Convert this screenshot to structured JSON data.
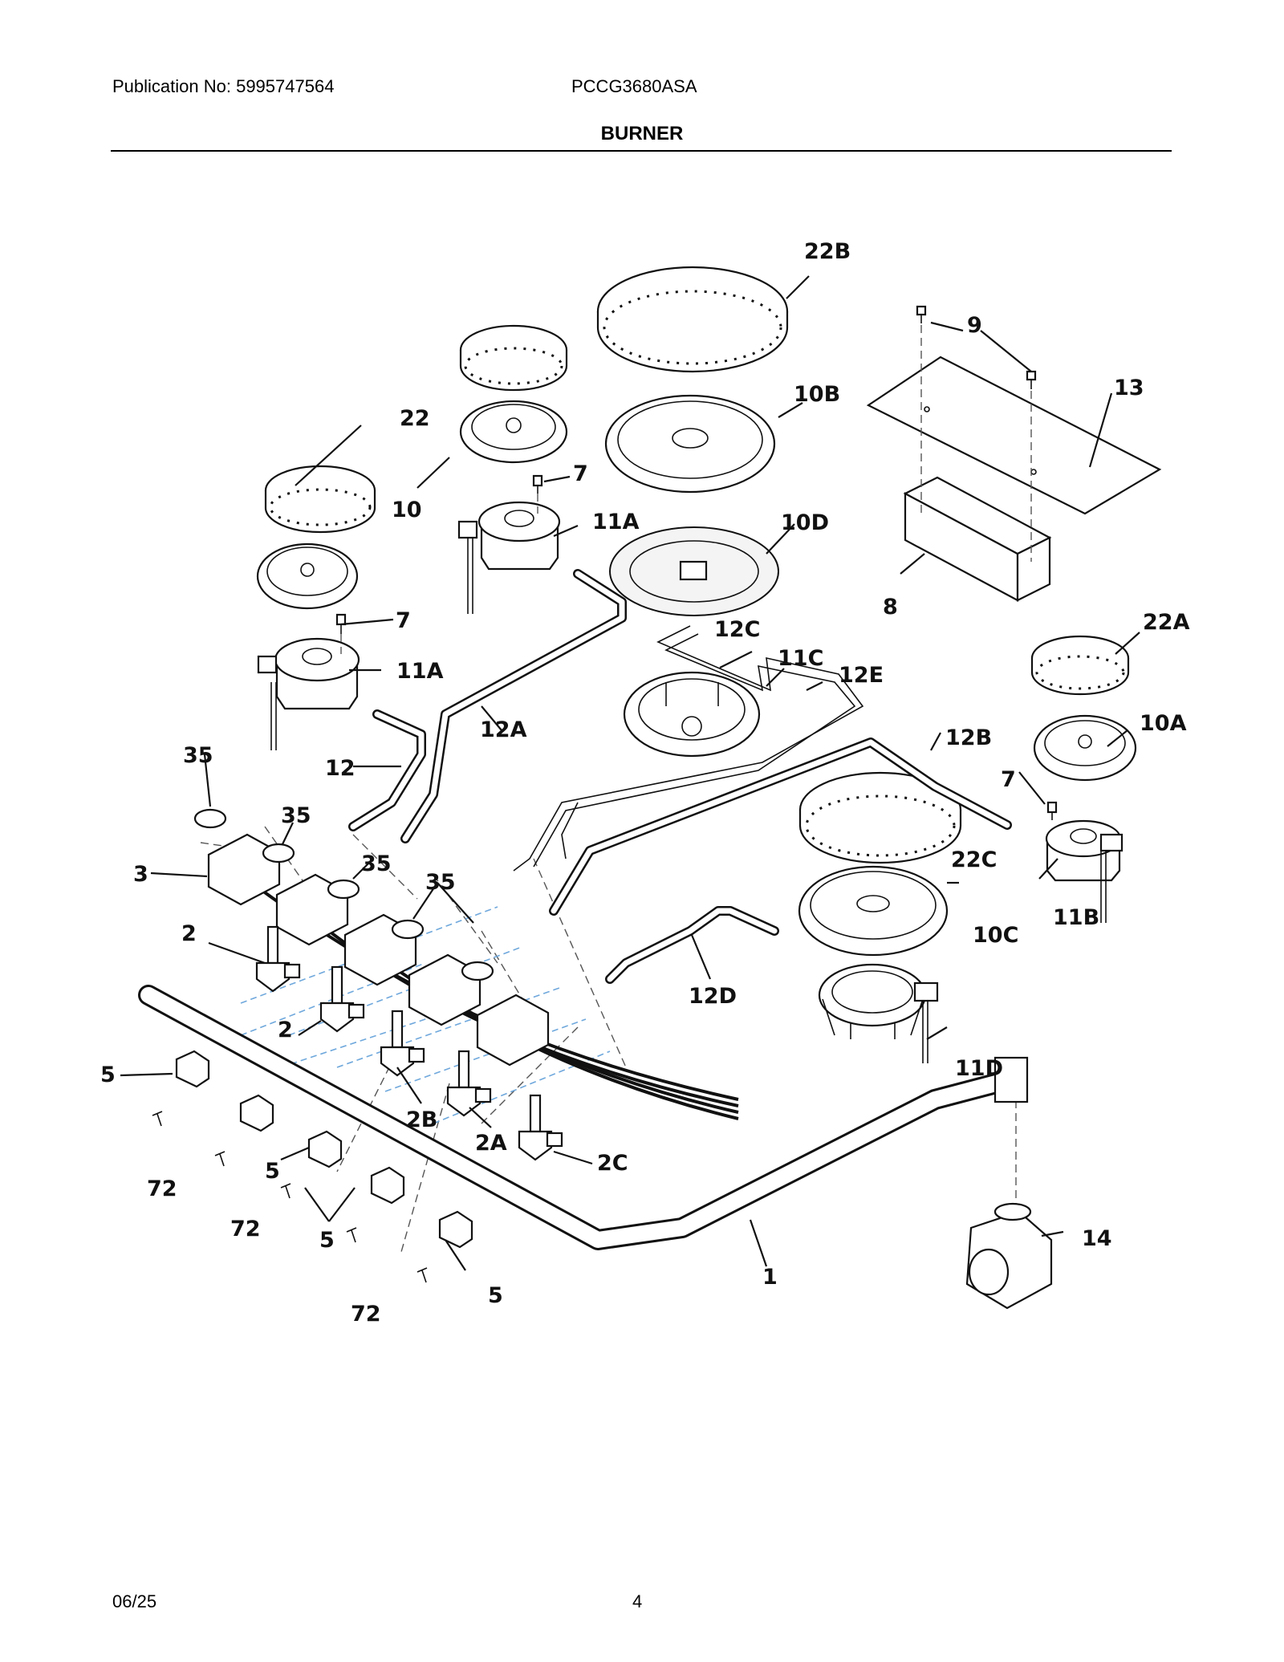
{
  "header": {
    "publication": "Publication No: 5995747564",
    "model": "PCCG3680ASA",
    "title": "BURNER"
  },
  "footer": {
    "date": "06/25",
    "page": "4"
  },
  "callouts": {
    "c1": "1",
    "c2a": "2",
    "c2b": "2",
    "c2B": "2B",
    "c2A": "2A",
    "c2C": "2C",
    "c3": "3",
    "c5a": "5",
    "c5b": "5",
    "c5c": "5",
    "c5d": "5",
    "c7a": "7",
    "c7b": "7",
    "c7c": "7",
    "c8": "8",
    "c9": "9",
    "c10": "10",
    "c10A": "10A",
    "c10B": "10B",
    "c10C": "10C",
    "c10D": "10D",
    "c11Aa": "11A",
    "c11Ab": "11A",
    "c11B": "11B",
    "c11C": "11C",
    "c11D": "11D",
    "c12": "12",
    "c12A": "12A",
    "c12B": "12B",
    "c12C": "12C",
    "c12D": "12D",
    "c12E": "12E",
    "c13": "13",
    "c14": "14",
    "c22": "22",
    "c22A": "22A",
    "c22B": "22B",
    "c22C": "22C",
    "c35a": "35",
    "c35b": "35",
    "c35c": "35",
    "c35d": "35",
    "c72a": "72",
    "c72b": "72",
    "c72c": "72"
  }
}
